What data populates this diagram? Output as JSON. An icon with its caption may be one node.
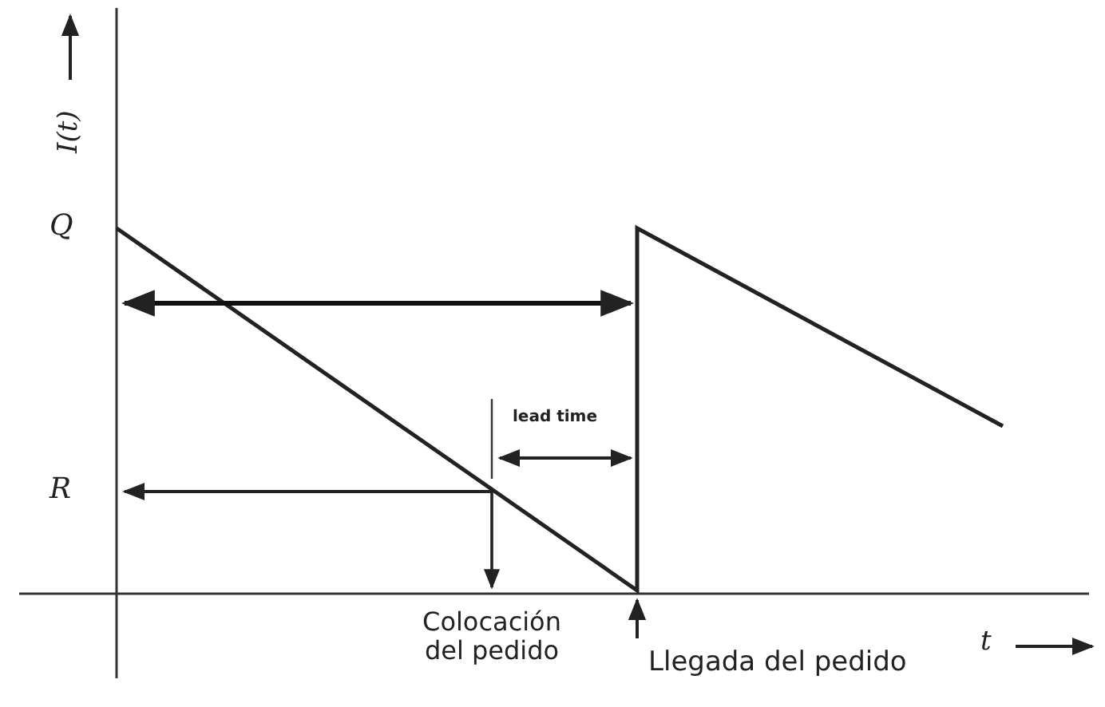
{
  "diagram": {
    "labels": [
      "I(t)",
      "Q",
      "lead time",
      "R",
      "Colocación del pedido",
      "t",
      "Llegada del pedido"
    ]
  }
}
